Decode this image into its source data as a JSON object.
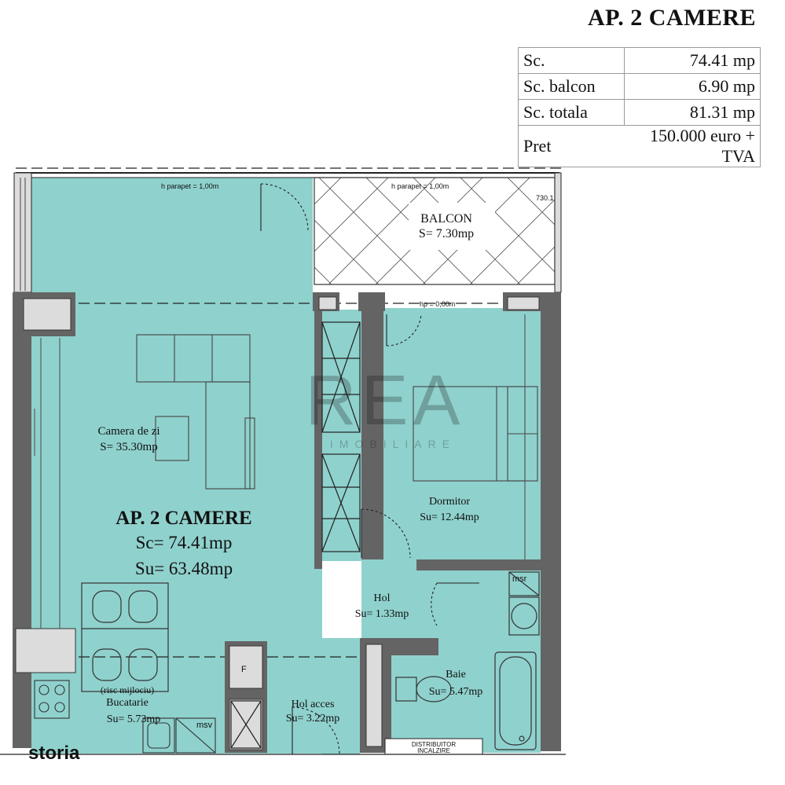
{
  "header": {
    "title": "AP. 2 CAMERE",
    "rows": [
      {
        "label": "Sc.",
        "value": "74.41 mp"
      },
      {
        "label": "Sc. balcon",
        "value": "6.90 mp"
      },
      {
        "label": "Sc. totala",
        "value": "81.31 mp"
      }
    ],
    "price": {
      "label": "Pret",
      "value": "150.000 euro + TVA"
    }
  },
  "plan": {
    "parapet_left": "h parapet = 1,00m",
    "parapet_right": "h parapet = 1,00m",
    "dim_label": "730.1",
    "hp_label": "hp = 0,00m",
    "balcony": {
      "name": "BALCON",
      "area": "S= 7.30mp"
    },
    "living": {
      "name": "Camera de zi",
      "area": "S= 35.30mp"
    },
    "summary": {
      "title": "AP. 2 CAMERE",
      "sc": "Sc= 74.41mp",
      "su": "Su= 63.48mp"
    },
    "bedroom": {
      "name": "Dormitor",
      "area": "Su= 12.44mp"
    },
    "hall": {
      "name": "Hol",
      "area": "Su= 1.33mp"
    },
    "bath": {
      "name": "Baie",
      "area": "Su= 5.47mp"
    },
    "kitchen": {
      "note": "(risc mijlociu)",
      "name": "Bucatarie",
      "area": "Su= 5.73mp"
    },
    "entry": {
      "name": "Hol acces",
      "area": "Su= 3.22mp"
    },
    "distributor": [
      "DISTRIBUITOR",
      "INCALZIRE"
    ],
    "msr": "msr",
    "msv": "msv",
    "fridge": "F"
  },
  "watermark": {
    "logo": "REA",
    "sub": "IMOBILIARE"
  },
  "brand": "storia",
  "colors": {
    "floor": "#8fd1cd",
    "wall": "#646464",
    "line": "#222222"
  }
}
